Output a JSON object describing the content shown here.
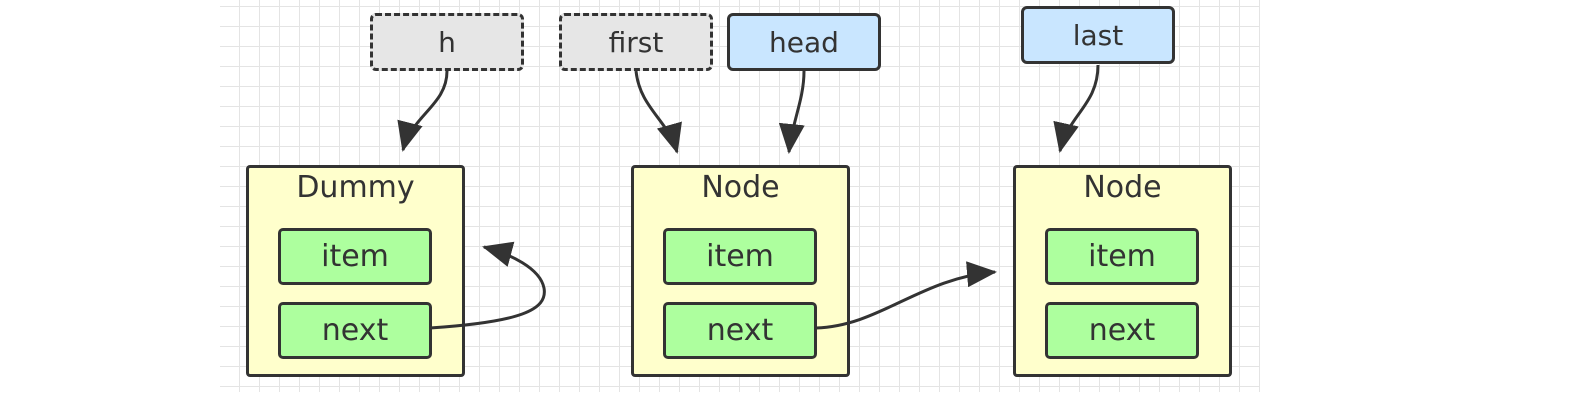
{
  "pointers": {
    "h": "h",
    "first": "first",
    "head": "head",
    "last": "last"
  },
  "nodes": [
    {
      "title": "Dummy",
      "item": "item",
      "next": "next"
    },
    {
      "title": "Node",
      "item": "item",
      "next": "next"
    },
    {
      "title": "Node",
      "item": "item",
      "next": "next"
    }
  ],
  "colors": {
    "dashed_pointer_fill": "#e6e6e6",
    "solid_pointer_fill": "#c9e6ff",
    "node_fill": "#ffffcc",
    "field_fill": "#adff9e",
    "stroke": "#333333"
  }
}
